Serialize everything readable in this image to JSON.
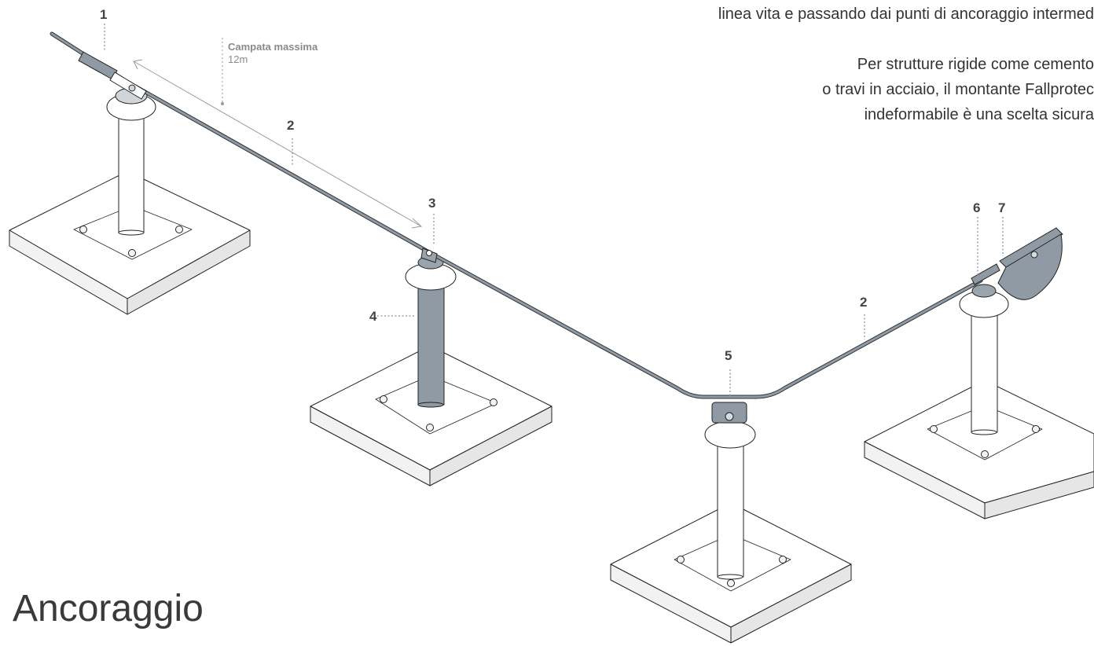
{
  "intro": {
    "line1": "linea vita e passando dai punti di ancoraggio intermed",
    "line2": "Per strutture rigide come cemento",
    "line3": "o travi in acciaio, il montante Fallprotec",
    "line4": "indeformabile è una scelta sicura"
  },
  "title": "Ancoraggio",
  "span": {
    "label": "Campata massima",
    "value": "12m"
  },
  "callouts": [
    "1",
    "2",
    "3",
    "4",
    "5",
    "2",
    "6",
    "7"
  ],
  "colors": {
    "cable": "#8e9aa6",
    "highlight_post": "#8f9aa4",
    "callout_dots": "#7f95ad",
    "outline": "#222222"
  }
}
